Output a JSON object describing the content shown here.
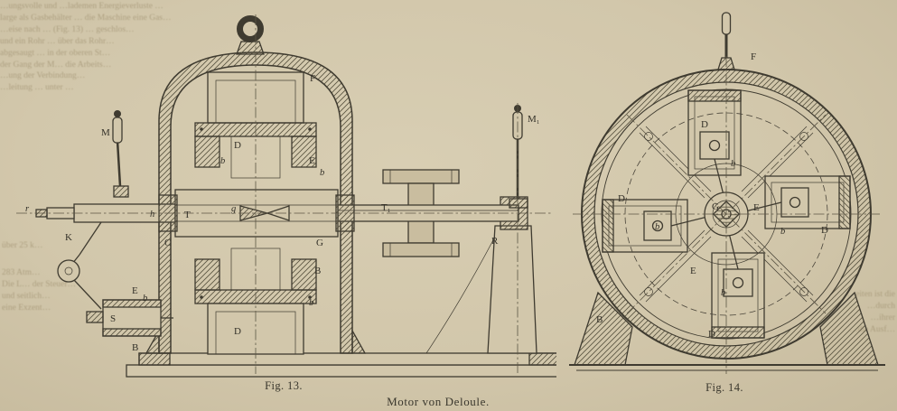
{
  "page": {
    "captions": {
      "fig13": "Fig. 13.",
      "fig14": "Fig. 14.",
      "main": "Motor von Deloule."
    }
  },
  "colors": {
    "paper": "#d2c7ab",
    "ink": "#3f3b30",
    "bleed": "#a29474"
  },
  "fig13": {
    "labels": {
      "M": "M",
      "M1": "M₁",
      "F": "F",
      "D": "D",
      "E": "E",
      "b": "b",
      "T": "T",
      "T1": "T₁",
      "K": "K",
      "C": "C",
      "G": "G",
      "S": "S",
      "B": "B",
      "R": "R",
      "h": "h",
      "g": "g",
      "r": "r"
    }
  },
  "fig14": {
    "labels": {
      "F": "F",
      "D": "D",
      "E": "E",
      "b": "b",
      "G": "G",
      "B": "B"
    }
  },
  "bleed_text": {
    "top_left": [
      "…ungsvolle und …lademen Energieverluste …",
      "large als Gasbehälter … die Maschine eine Gas…",
      "…eise nach … (Fig. 13) … geschlos…",
      "und ein Rohr … über das Rohr…",
      "abgesaugt … in der oberen St…",
      "der Gang der M… die Arbeits…",
      "…ung der Verbindung…",
      "…leitung … unter …"
    ],
    "left": [
      "über 25 k…",
      "283 Atm…",
      "Die L… der Steuer…",
      "und seitlich…",
      "eine Exzent…"
    ],
    "right": [
      "…eiten ist die",
      "…durch",
      "…ihrer",
      "…die Ausf…"
    ]
  }
}
